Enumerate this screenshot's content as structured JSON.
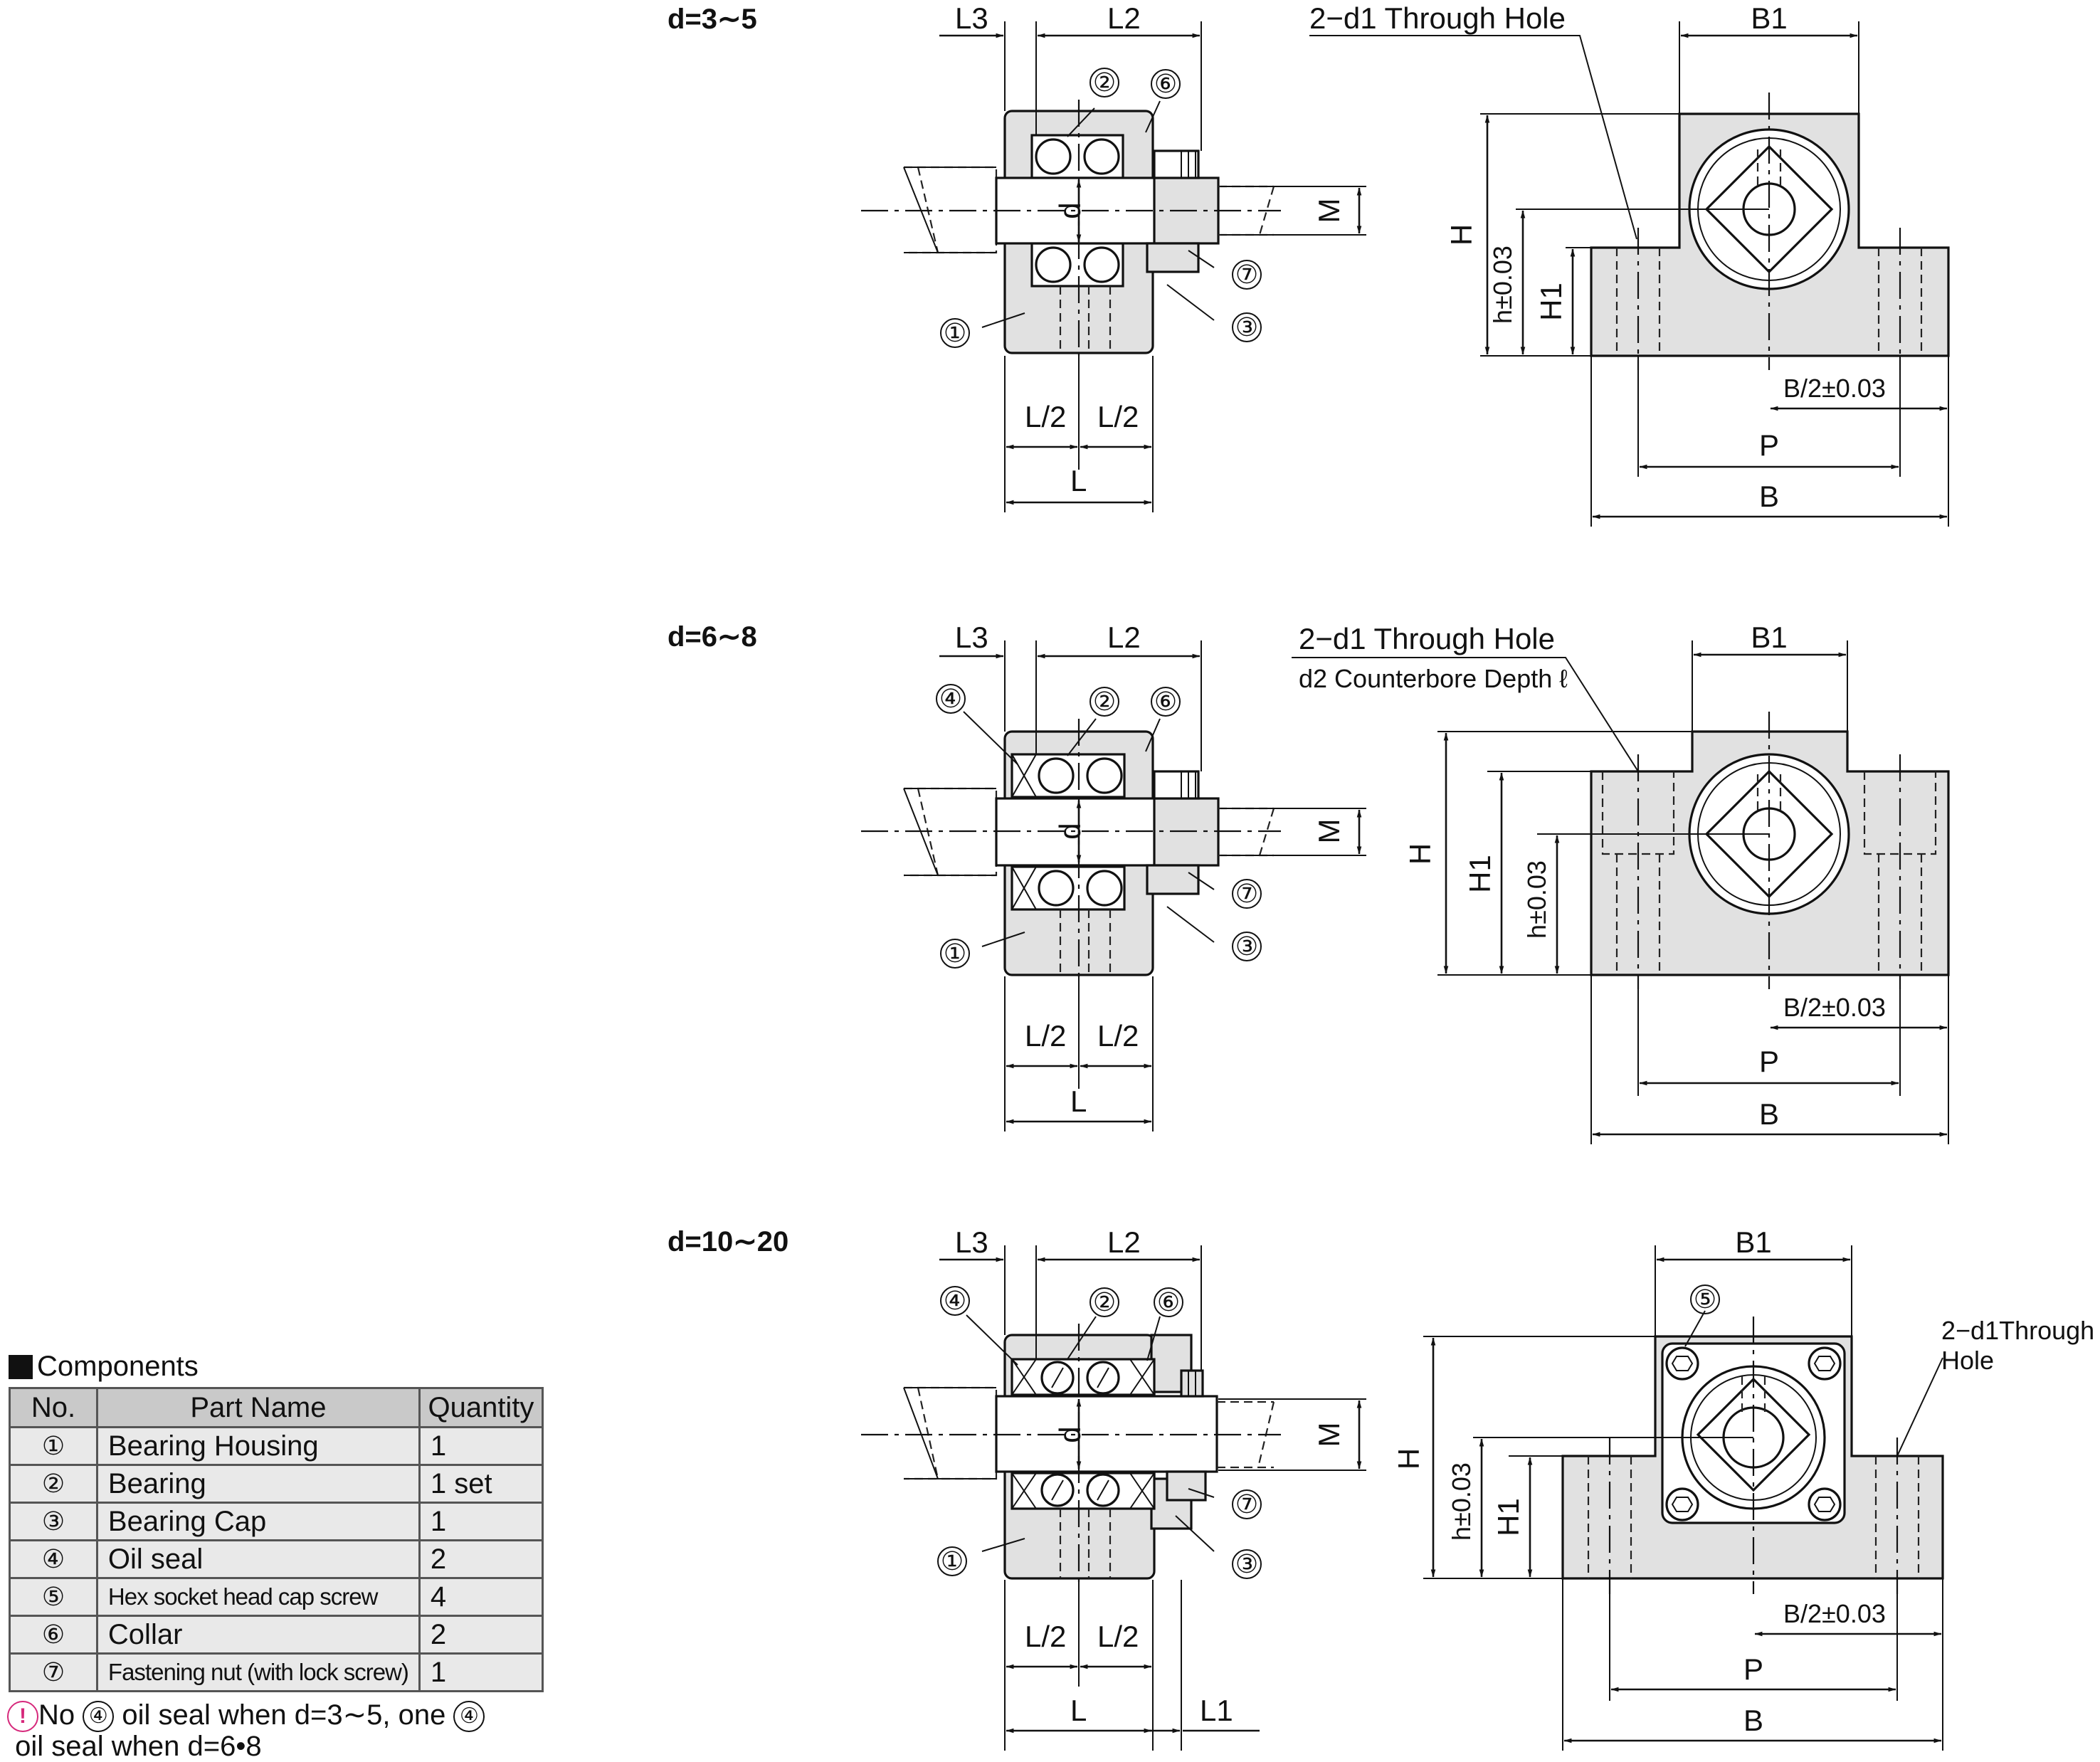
{
  "sections": [
    {
      "title": "d=3∼5",
      "through_hole": "2−d1 Through Hole",
      "counterbore": ""
    },
    {
      "title": "d=6∼8",
      "through_hole": "2−d1 Through Hole",
      "counterbore": "d2 Counterbore Depth ℓ"
    },
    {
      "title": "d=10∼20",
      "through_hole_line1": "2−d1Through",
      "through_hole_line2": "Hole"
    }
  ],
  "dimension_labels": {
    "L3": "L3",
    "L2": "L2",
    "L": "L",
    "L_half": "L/2",
    "L1": "L1",
    "d": "d",
    "M": "M",
    "B": "B",
    "B1": "B1",
    "B_half": "B/2±0.03",
    "P": "P",
    "H": "H",
    "H1": "H1",
    "h": "h±0.03"
  },
  "callouts": [
    "①",
    "②",
    "③",
    "④",
    "⑤",
    "⑥",
    "⑦"
  ],
  "components": {
    "title": "Components",
    "headers": [
      "No.",
      "Part Name",
      "Quantity"
    ],
    "rows": [
      {
        "no": "①",
        "name": "Bearing Housing",
        "qty": "1"
      },
      {
        "no": "②",
        "name": "Bearing",
        "qty": "1 set"
      },
      {
        "no": "③",
        "name": "Bearing Cap",
        "qty": "1"
      },
      {
        "no": "④",
        "name": "Oil seal",
        "qty": "2"
      },
      {
        "no": "⑤",
        "name": "Hex socket head cap screw",
        "qty": "4"
      },
      {
        "no": "⑥",
        "name": "Collar",
        "qty": "2"
      },
      {
        "no": "⑦",
        "name": "Fastening nut (with lock screw)",
        "qty": "1"
      }
    ]
  },
  "note": {
    "icon": "warning-pin-icon",
    "part1": "No",
    "circle1": "④",
    "part2": "oil seal when d=3∼5, one",
    "circle2": "④",
    "part3": "oil seal when d=6•8"
  }
}
